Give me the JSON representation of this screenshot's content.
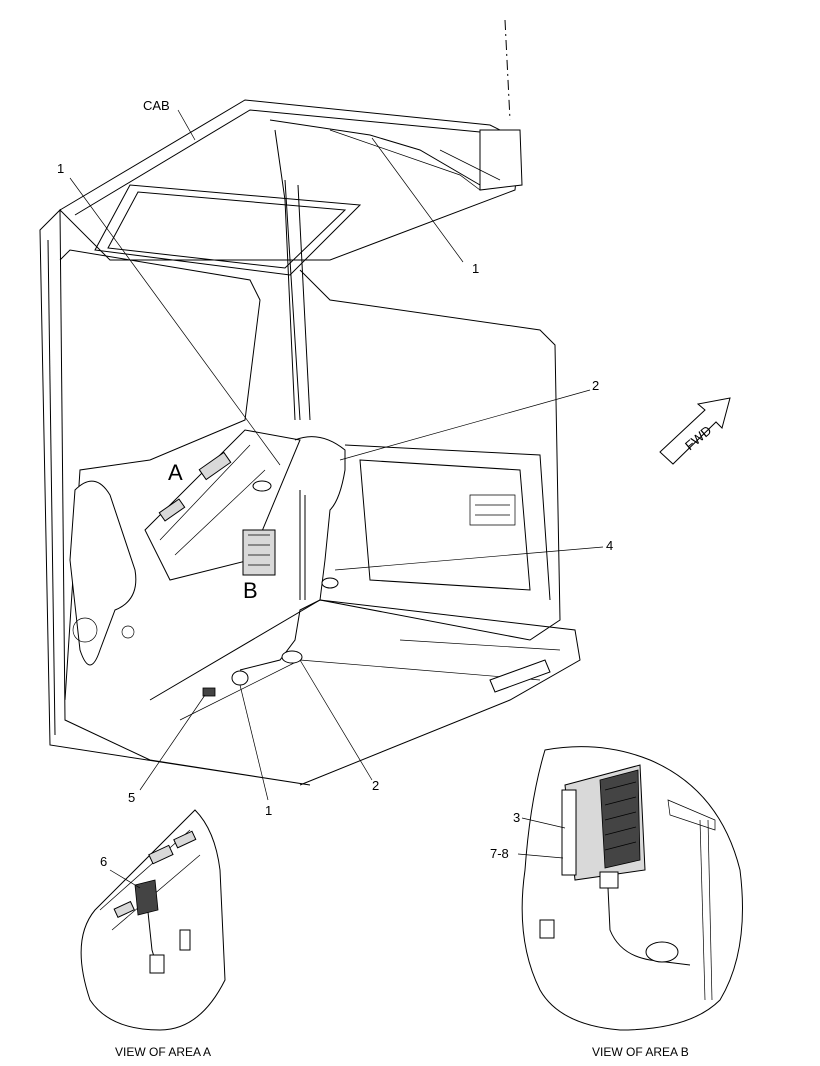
{
  "callouts": {
    "cab": "CAB",
    "item1_a": "1",
    "item1_b": "1",
    "item1_c": "1",
    "item2_a": "2",
    "item2_b": "2",
    "item3": "3",
    "item4": "4",
    "item5": "5",
    "item6": "6",
    "item7_8": "7-8",
    "area_a": "A",
    "area_b": "B",
    "fwd": "FWD"
  },
  "captions": {
    "view_a": "VIEW OF AREA A",
    "view_b": "VIEW OF AREA B"
  }
}
